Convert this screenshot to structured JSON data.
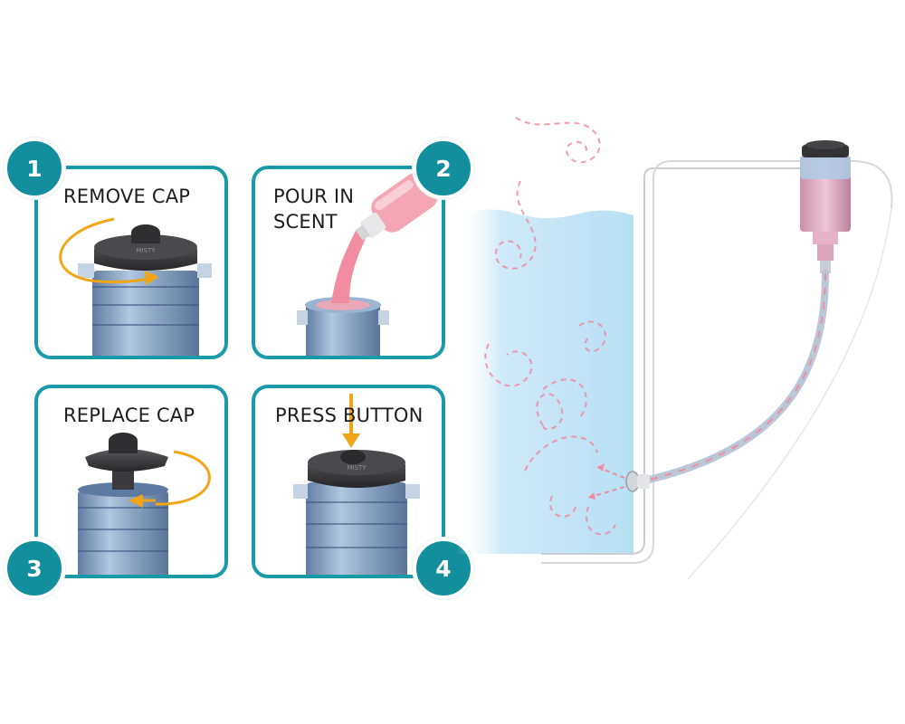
{
  "steps": [
    {
      "number": "1",
      "label_lines": [
        "REMOVE CAP"
      ]
    },
    {
      "number": "2",
      "label_lines": [
        "POUR IN",
        "SCENT"
      ]
    },
    {
      "number": "3",
      "label_lines": [
        "REPLACE CAP"
      ]
    },
    {
      "number": "4",
      "label_lines": [
        "PRESS BUTTON"
      ]
    }
  ],
  "cap_embossed_text": "MISTY",
  "colors": {
    "card_border": "#1a9aa8",
    "badge": "#138e9d",
    "arrow": "#f2a516",
    "scent": "#f28ca0",
    "water": "#bfe4f5",
    "canister": "#7f9bbd",
    "cap": "#3b3b3d"
  }
}
